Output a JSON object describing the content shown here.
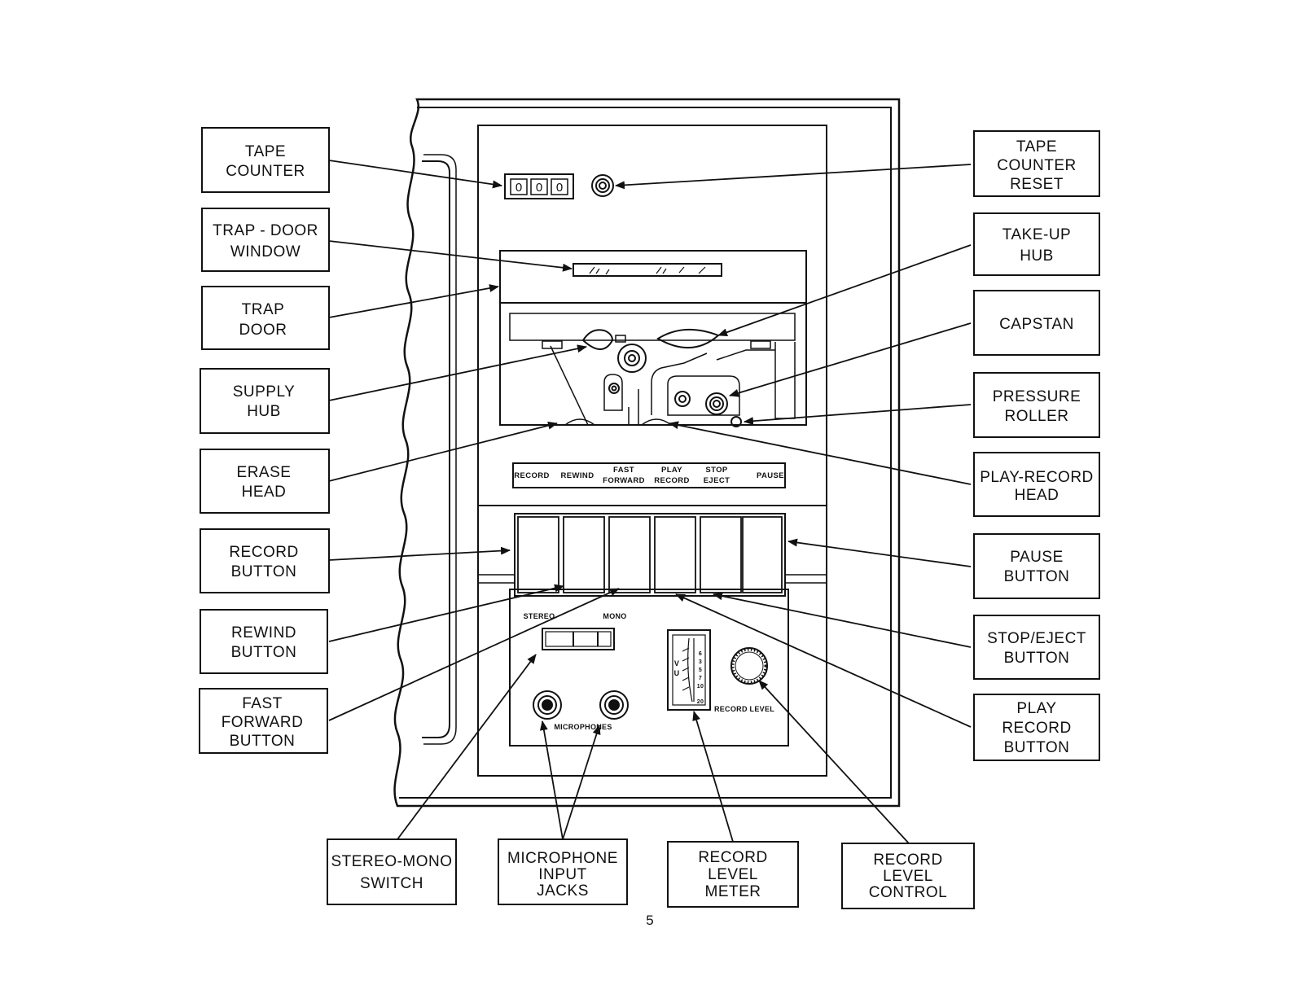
{
  "callouts": {
    "tape_counter": [
      "TAPE",
      "COUNTER"
    ],
    "trap_door_window": [
      "TRAP - DOOR",
      "WINDOW"
    ],
    "trap_door": [
      "TRAP",
      "DOOR"
    ],
    "supply_hub": [
      "SUPPLY",
      "HUB"
    ],
    "erase_head": [
      "ERASE",
      "HEAD"
    ],
    "record_button": [
      "RECORD",
      "BUTTON"
    ],
    "rewind_button": [
      "REWIND",
      "BUTTON"
    ],
    "fast_forward_button": [
      "FAST",
      "FORWARD",
      "BUTTON"
    ],
    "tape_counter_reset": [
      "TAPE",
      "COUNTER",
      "RESET"
    ],
    "take_up_hub": [
      "TAKE-UP",
      "HUB"
    ],
    "capstan": [
      "CAPSTAN"
    ],
    "pressure_roller": [
      "PRESSURE",
      "ROLLER"
    ],
    "play_record_head": [
      "PLAY-RECORD",
      "HEAD"
    ],
    "pause_button": [
      "PAUSE",
      "BUTTON"
    ],
    "stop_eject_button": [
      "STOP/EJECT",
      "BUTTON"
    ],
    "play_record_button": [
      "PLAY",
      "RECORD",
      "BUTTON"
    ],
    "stereo_mono_switch": [
      "STEREO-MONO",
      "SWITCH"
    ],
    "microphone_input_jacks": [
      "MICROPHONE",
      "INPUT",
      "JACKS"
    ],
    "record_level_meter": [
      "RECORD",
      "LEVEL",
      "METER"
    ],
    "record_level_control": [
      "RECORD",
      "LEVEL",
      "CONTROL"
    ]
  },
  "device": {
    "counter_digits": [
      "0",
      "0",
      "0"
    ],
    "function_labels": {
      "record": [
        "RECORD"
      ],
      "rewind": [
        "REWIND"
      ],
      "fast_forward": [
        "FAST",
        "FORWARD"
      ],
      "play_record": [
        "PLAY",
        "RECORD"
      ],
      "stop_eject": [
        "STOP",
        "EJECT"
      ],
      "pause": [
        "PAUSE"
      ]
    },
    "stereo_label": "STEREO",
    "mono_label": "MONO",
    "microphones_label": "MICROPHONES",
    "record_level_label": "RECORD LEVEL",
    "vu_label": [
      "V",
      "U"
    ],
    "meter_scale": [
      "6",
      "3",
      "5",
      "7",
      "10",
      "20"
    ]
  },
  "page_number": "5"
}
